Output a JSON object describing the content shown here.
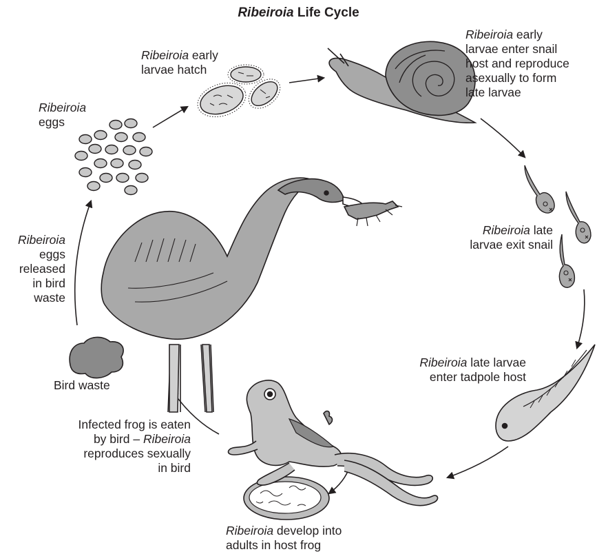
{
  "title": {
    "genus": "Ribeiroia",
    "rest": " Life Cycle"
  },
  "stages": {
    "eggs": {
      "italic": "Ribeiroia",
      "l2": "eggs"
    },
    "hatch": {
      "italic": "Ribeiroia",
      "l1rest": " early",
      "l2": "larvae hatch"
    },
    "snail": {
      "italic": "Ribeiroia",
      "l1rest": " early",
      "l2": "larvae enter snail",
      "l3": "host and reproduce",
      "l4": "asexually to form",
      "l5": "late larvae"
    },
    "exit": {
      "italic": "Ribeiroia",
      "l1rest": " late",
      "l2": "larvae exit snail"
    },
    "tadpole": {
      "italic": "Ribeiroia",
      "l1rest": " late larvae",
      "l2": "enter tadpole host"
    },
    "develop": {
      "italic": "Ribeiroia",
      "l1rest": " develop into",
      "l2": "adults in host frog"
    },
    "eaten": {
      "l1": "Infected frog is eaten",
      "l2pre": "by bird – ",
      "italic": "Ribeiroia",
      "l3": "reproduces sexually",
      "l4": "in bird"
    },
    "waste": {
      "l1": "Bird waste"
    },
    "released": {
      "italic": "Ribeiroia",
      "l2": "eggs",
      "l3": "released",
      "l4": "in bird",
      "l5": "waste"
    }
  },
  "colors": {
    "ink": "#231f20",
    "lightgray": "#bdbdbd",
    "midgray": "#9a9a9a",
    "darkgray": "#7d7d7d"
  }
}
